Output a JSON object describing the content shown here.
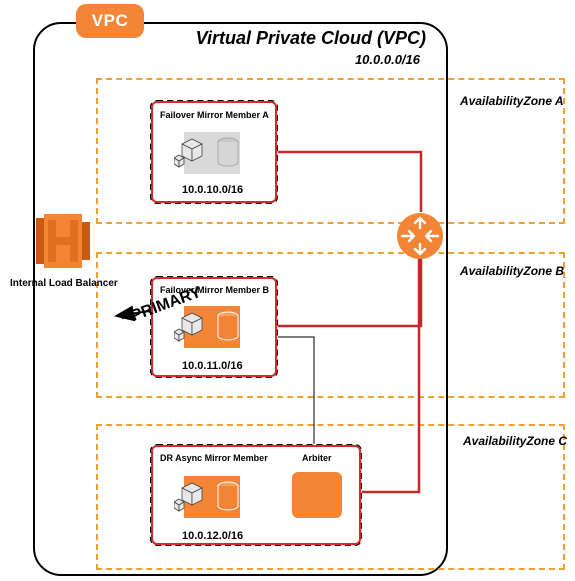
{
  "vpc": {
    "tag": "VPC",
    "title": "Virtual Private Cloud (VPC)",
    "cidr": "10.0.0.0/16"
  },
  "zones": {
    "a": "AvailabilityZone A",
    "b": "AvailabilityZone B",
    "c": "AvailabilityZone C"
  },
  "members": {
    "a": {
      "title": "Failover Mirror Member A",
      "cidr": "10.0.10.0/16"
    },
    "b": {
      "title": "Failover Mirror Member B",
      "cidr": "10.0.11.0/16"
    },
    "c": {
      "title": "DR Async Mirror Member",
      "cidr": "10.0.12.0/16",
      "arbiter": "Arbiter"
    }
  },
  "load_balancer": {
    "label": "Internal Load  Balancer",
    "icon": "load-balancer-icon"
  },
  "primary_label": "* PRIMARY",
  "router_icon": "router-icon",
  "colors": {
    "accent": "#f58536",
    "zone_border": "#f0a030",
    "connection": "#c62828",
    "inactive": "#d9d9d9"
  }
}
